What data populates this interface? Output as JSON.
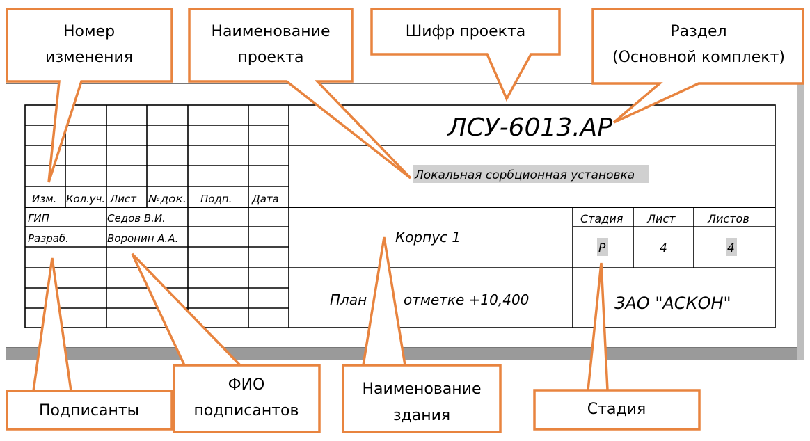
{
  "title_block": {
    "project_code": "ЛСУ-6013.АР",
    "project_name": "Локальная сорбционная установка",
    "building_name": "Корпус 1",
    "sheet_title_left": "План",
    "sheet_title_right": "отметке +10,400",
    "organization": "ЗАО \"АСКОН\"",
    "headers": {
      "izm": "Изм.",
      "kol_uch": "Кол.уч.",
      "list": "Лист",
      "n_dok": "№док.",
      "podp": "Подп.",
      "data": "Дата"
    },
    "signers": [
      {
        "role": "ГИП",
        "name": "Седов В.И."
      },
      {
        "role": "Разраб.",
        "name": "Воронин А.А."
      }
    ],
    "stage_header": "Стадия",
    "sheet_header": "Лист",
    "sheets_header": "Листов",
    "stage_value": "Р",
    "sheet_value": "4",
    "sheets_value": "4"
  },
  "callouts": {
    "change_number": [
      "Номер",
      "изменения"
    ],
    "project_name": [
      "Наименование",
      "проекта"
    ],
    "project_code": [
      "Шифр проекта"
    ],
    "section": [
      "Раздел",
      "(Основной комплект)"
    ],
    "signers": [
      "Подписанты"
    ],
    "signer_names": [
      "ФИО",
      "подписантов"
    ],
    "building_name": [
      "Наименование",
      "здания"
    ],
    "stage": [
      "Стадия"
    ]
  },
  "colors": {
    "callout_border": "#E8843F",
    "highlight": "#D0D0D0",
    "line": "#000000"
  }
}
